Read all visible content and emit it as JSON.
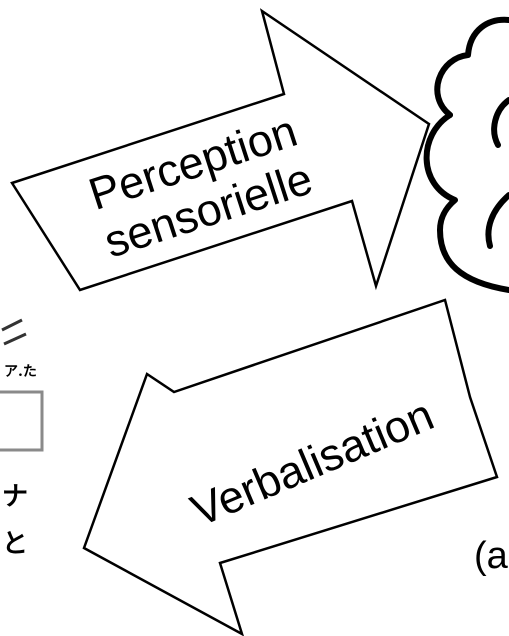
{
  "arrows": {
    "perception": {
      "line1": "Perception",
      "line2": "sensorielle",
      "direction": "right"
    },
    "verbalisation": {
      "label": "Verbalisation",
      "direction": "left"
    }
  },
  "right_partial_text": "(a",
  "colors": {
    "stroke": "#000000",
    "arrow_fill": "#ffffff",
    "left_panel_stroke": "#b0b0b0"
  }
}
